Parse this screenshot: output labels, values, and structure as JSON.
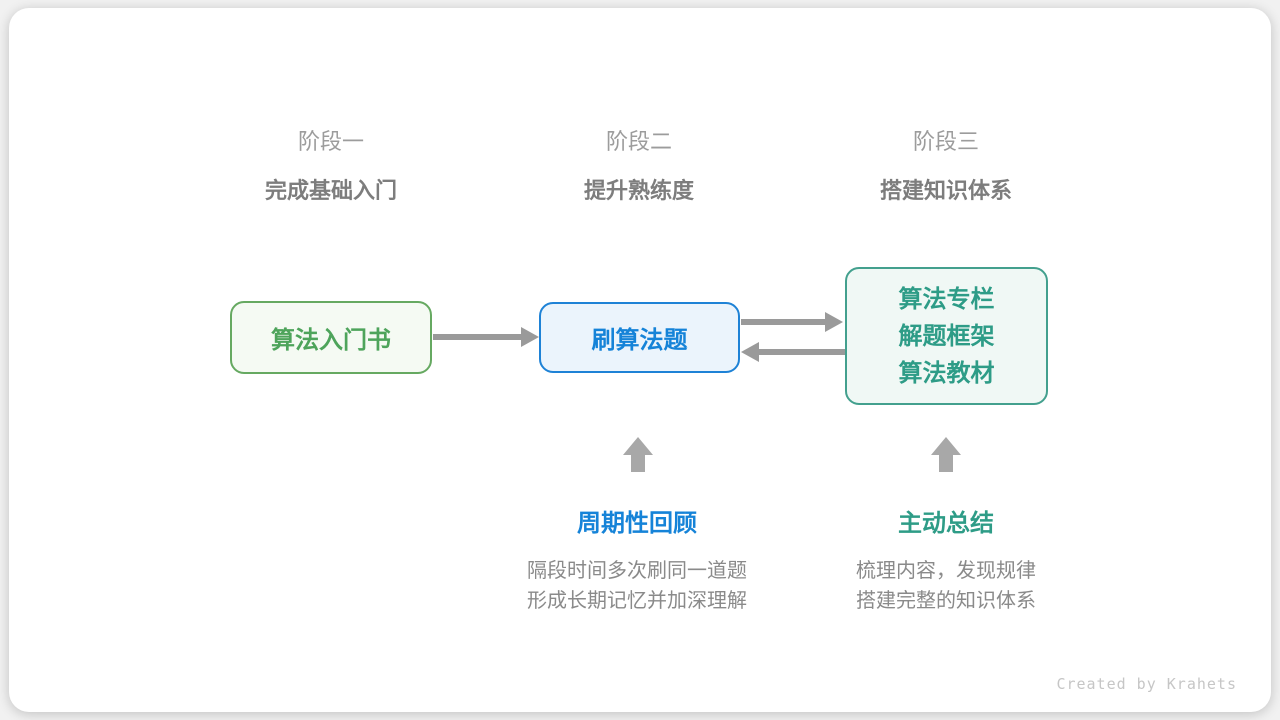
{
  "card": {
    "footer_credit": "Created by Krahets"
  },
  "colors": {
    "green_text": "#4ea45b",
    "green_border": "#66a961",
    "green_bg": "#f5faf3",
    "blue_text": "#1583d8",
    "blue_border": "#1e82d6",
    "blue_bg": "#ebf4fc",
    "teal_text": "#2e9c87",
    "teal_border": "#43a08e",
    "teal_bg": "#f0f8f5",
    "arrow_gray": "#9a9a9a",
    "up_arrow_gray": "#a8a8a8",
    "stage_label_gray": "#9c9c9c",
    "stage_subtitle_gray": "#7d7d7d",
    "desc_gray": "#8a8a8a",
    "credit_gray": "#c6c6c6"
  },
  "stages": [
    {
      "label": "阶段一",
      "subtitle": "完成基础入门"
    },
    {
      "label": "阶段二",
      "subtitle": "提升熟练度"
    },
    {
      "label": "阶段三",
      "subtitle": "搭建知识体系"
    }
  ],
  "nodes": {
    "intro_book": {
      "label": "算法入门书"
    },
    "practice": {
      "label": "刷算法题"
    },
    "resources": {
      "lines": [
        "算法专栏",
        "解题框架",
        "算法教材"
      ]
    }
  },
  "annotations": {
    "review": {
      "title": "周期性回顾",
      "desc": [
        "隔段时间多次刷同一道题",
        "形成长期记忆并加深理解"
      ]
    },
    "summarize": {
      "title": "主动总结",
      "desc": [
        "梳理内容，发现规律",
        "搭建完整的知识体系"
      ]
    }
  }
}
